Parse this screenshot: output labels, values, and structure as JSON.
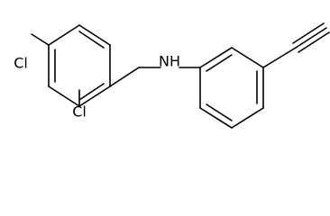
{
  "molecule": {
    "atoms": {
      "cl_top": "Cl",
      "cl_bottom": "Cl",
      "nh": "NH"
    }
  },
  "colors": {
    "bond": "#000000",
    "background": "#ffffff"
  }
}
